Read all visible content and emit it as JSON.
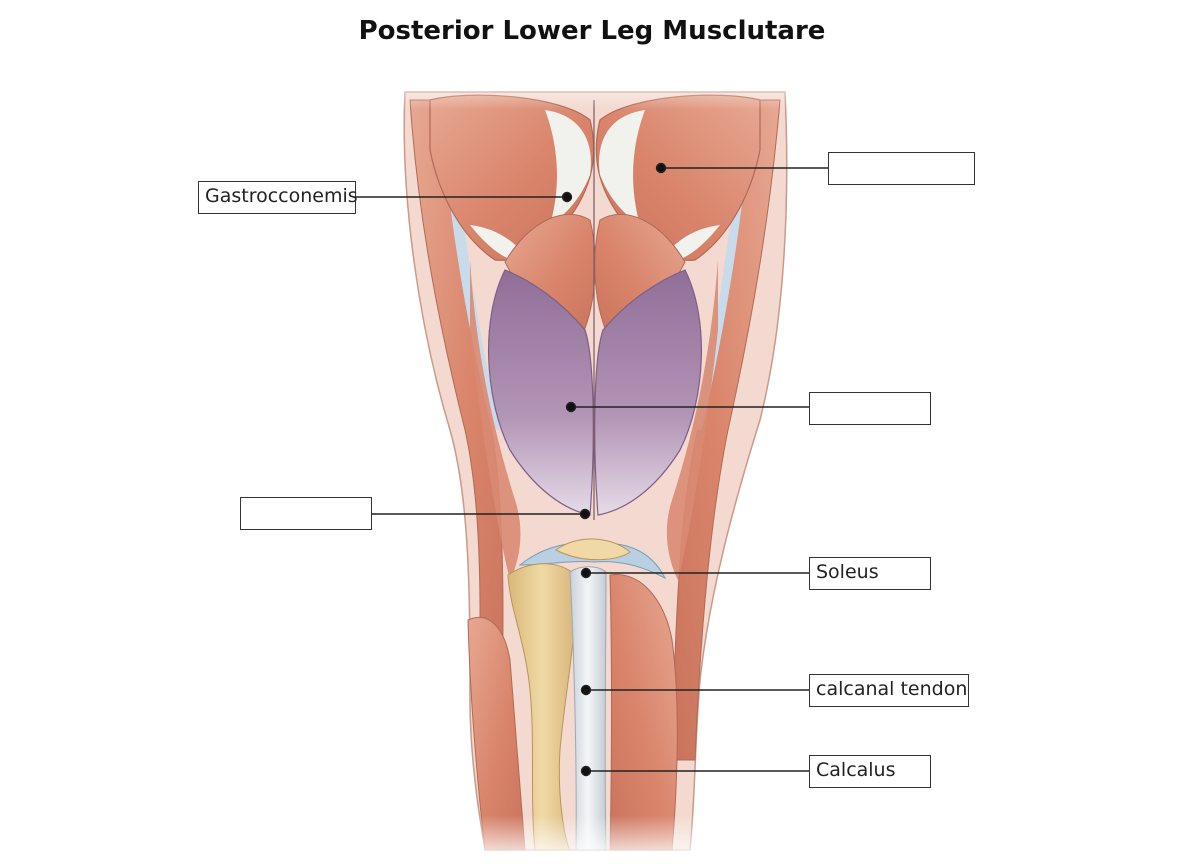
{
  "title": "Posterior Lower Leg Musclutare",
  "labels": {
    "gastrocnemius": "Gastrocconemis",
    "upper_right": "",
    "middle_right": "",
    "middle_left": "",
    "soleus": "Soleus",
    "tendon": "calcanal tendon",
    "calcaneus": "Calcalus"
  },
  "colors": {
    "muscle": "#d98a72",
    "muscle_light": "#eab7a3",
    "deep_muscle": "#a889ab",
    "tendon": "#e9eef2",
    "bone": "#e8cc94",
    "fascia": "#b9cfe2",
    "line": "#222222"
  }
}
